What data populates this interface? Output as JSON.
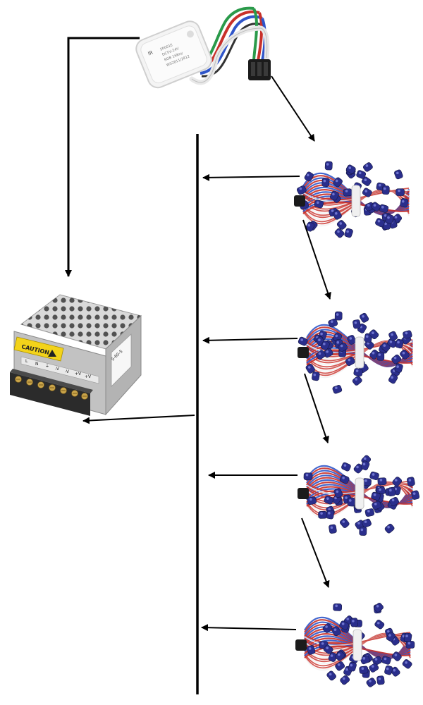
{
  "controller": {
    "text_lines": [
      "IR",
      "SP001E",
      "DC5V-24V",
      "RGB 16Key",
      "WS2811/2812"
    ]
  },
  "power_supply": {
    "caution_label": "CAUTION",
    "terminal_labels": [
      "L",
      "N",
      "⏚",
      "-V",
      "-V",
      "+V",
      "+V"
    ],
    "side_label": "S-60-5"
  },
  "led_strings": [
    {
      "id": "string-1"
    },
    {
      "id": "string-2"
    },
    {
      "id": "string-3"
    },
    {
      "id": "string-4"
    }
  ],
  "colors": {
    "line": "#000000",
    "led_body": "#2a2e8c",
    "led_highlight": "#7f86e0",
    "wire_red": "#c8312b",
    "wire_blue": "#2f55c9",
    "wire_white": "#f0f0f0",
    "controller_body": "#f4f4f4",
    "psu_metal": "#c9c9c9",
    "psu_label": "#f3d31a",
    "terminal_block": "#2b2b2b"
  }
}
